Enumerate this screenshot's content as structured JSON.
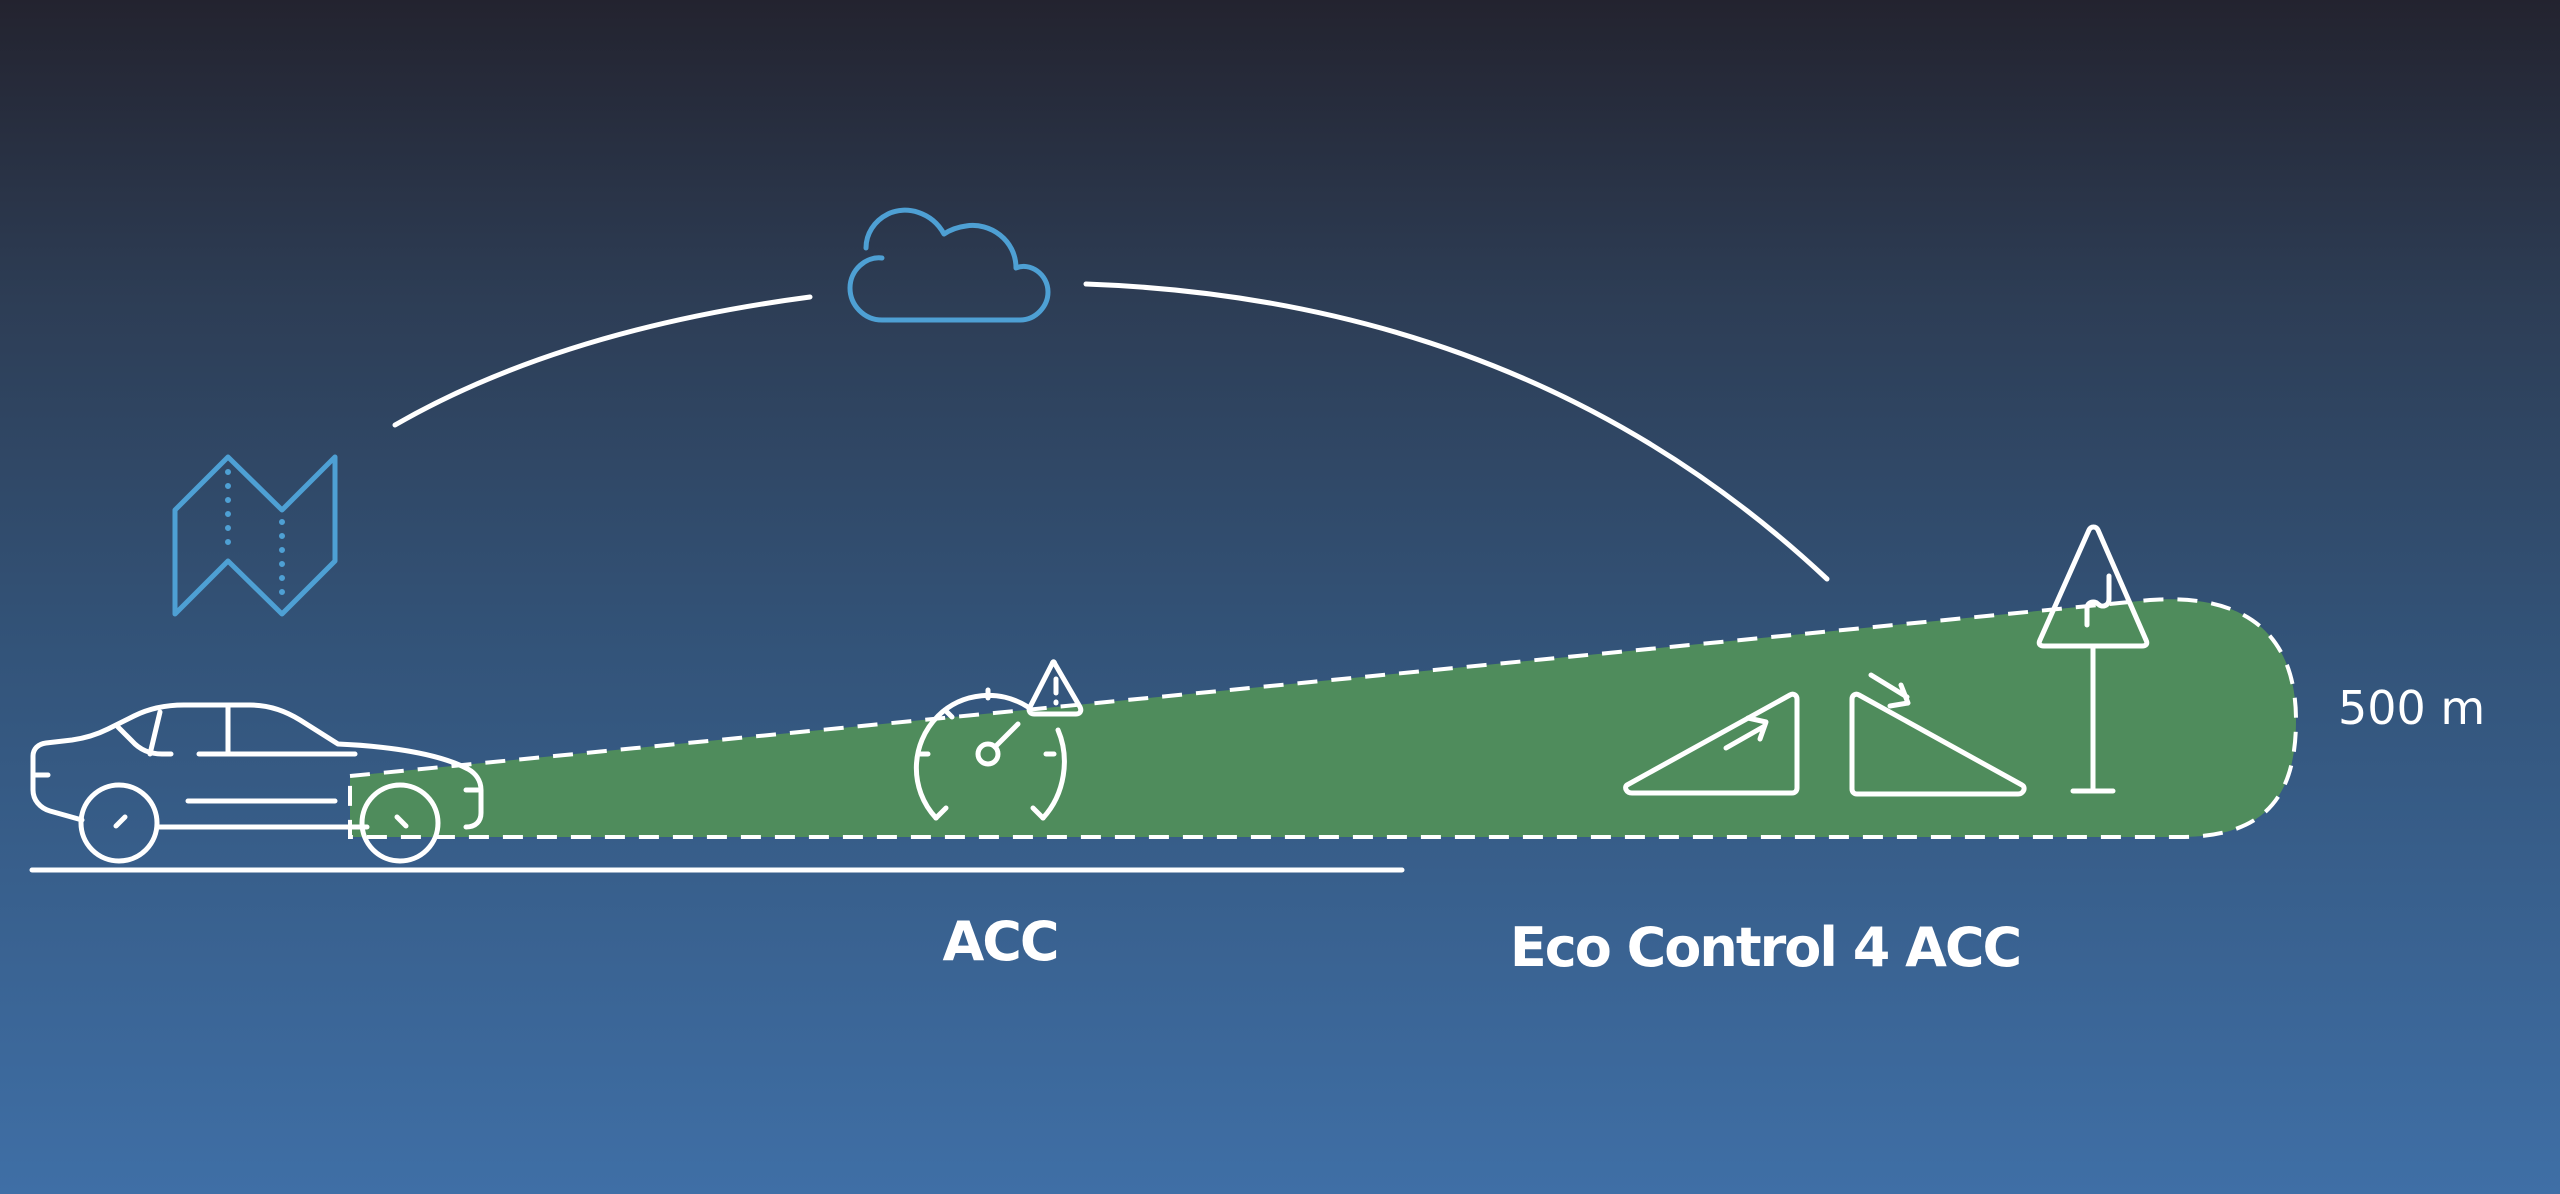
{
  "labels": {
    "acc": "ACC",
    "eco_control": "Eco Control 4 ACC",
    "distance": "500 m"
  },
  "colors": {
    "zone_fill": "#4f8c5c",
    "icon_blue": "#4ea0d4",
    "line": "#ffffff"
  }
}
